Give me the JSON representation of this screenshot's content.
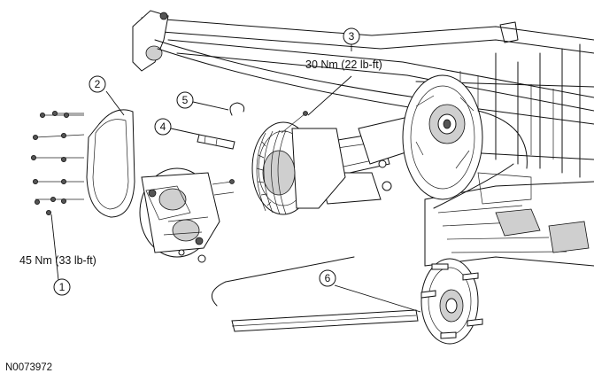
{
  "callouts": {
    "c1": "1",
    "c2": "2",
    "c3": "3",
    "c4": "4",
    "c5": "5",
    "c6": "6"
  },
  "labels": {
    "torque_cover_bolts": "45 Nm (33 lb-ft)",
    "torque_pinion_bolt": "30 Nm (22  lb-ft)",
    "figure_id": "N0073972"
  }
}
